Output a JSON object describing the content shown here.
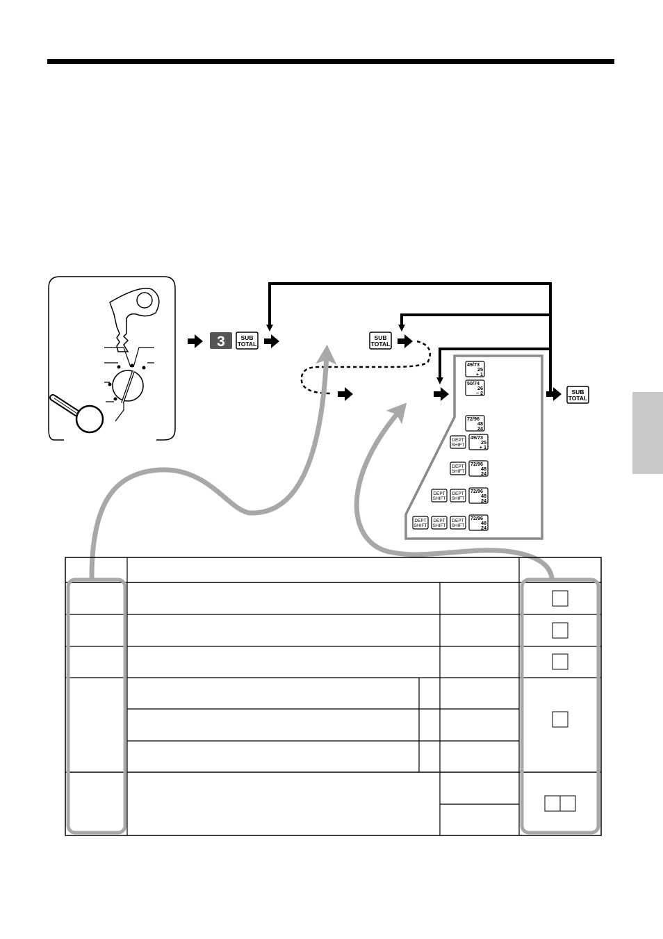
{
  "keys": {
    "three": "3",
    "sub": "SUB",
    "total": "TOTAL",
    "dept": "DEPT",
    "shift": "SHIFT"
  },
  "dept_keys": [
    {
      "top": "49/73",
      "mid": "25",
      "bot": "+   1"
    },
    {
      "top": "50/74",
      "mid": "26",
      "bot": "−   2"
    },
    {
      "top": "72/96",
      "mid": "48",
      "bot": "24"
    }
  ],
  "colors": {
    "line": "#000000",
    "gray_loop": "#a8a8a8",
    "panel_border": "#8a8a8a",
    "side_tab": "#c8c8c8",
    "key_three": "#555555"
  }
}
